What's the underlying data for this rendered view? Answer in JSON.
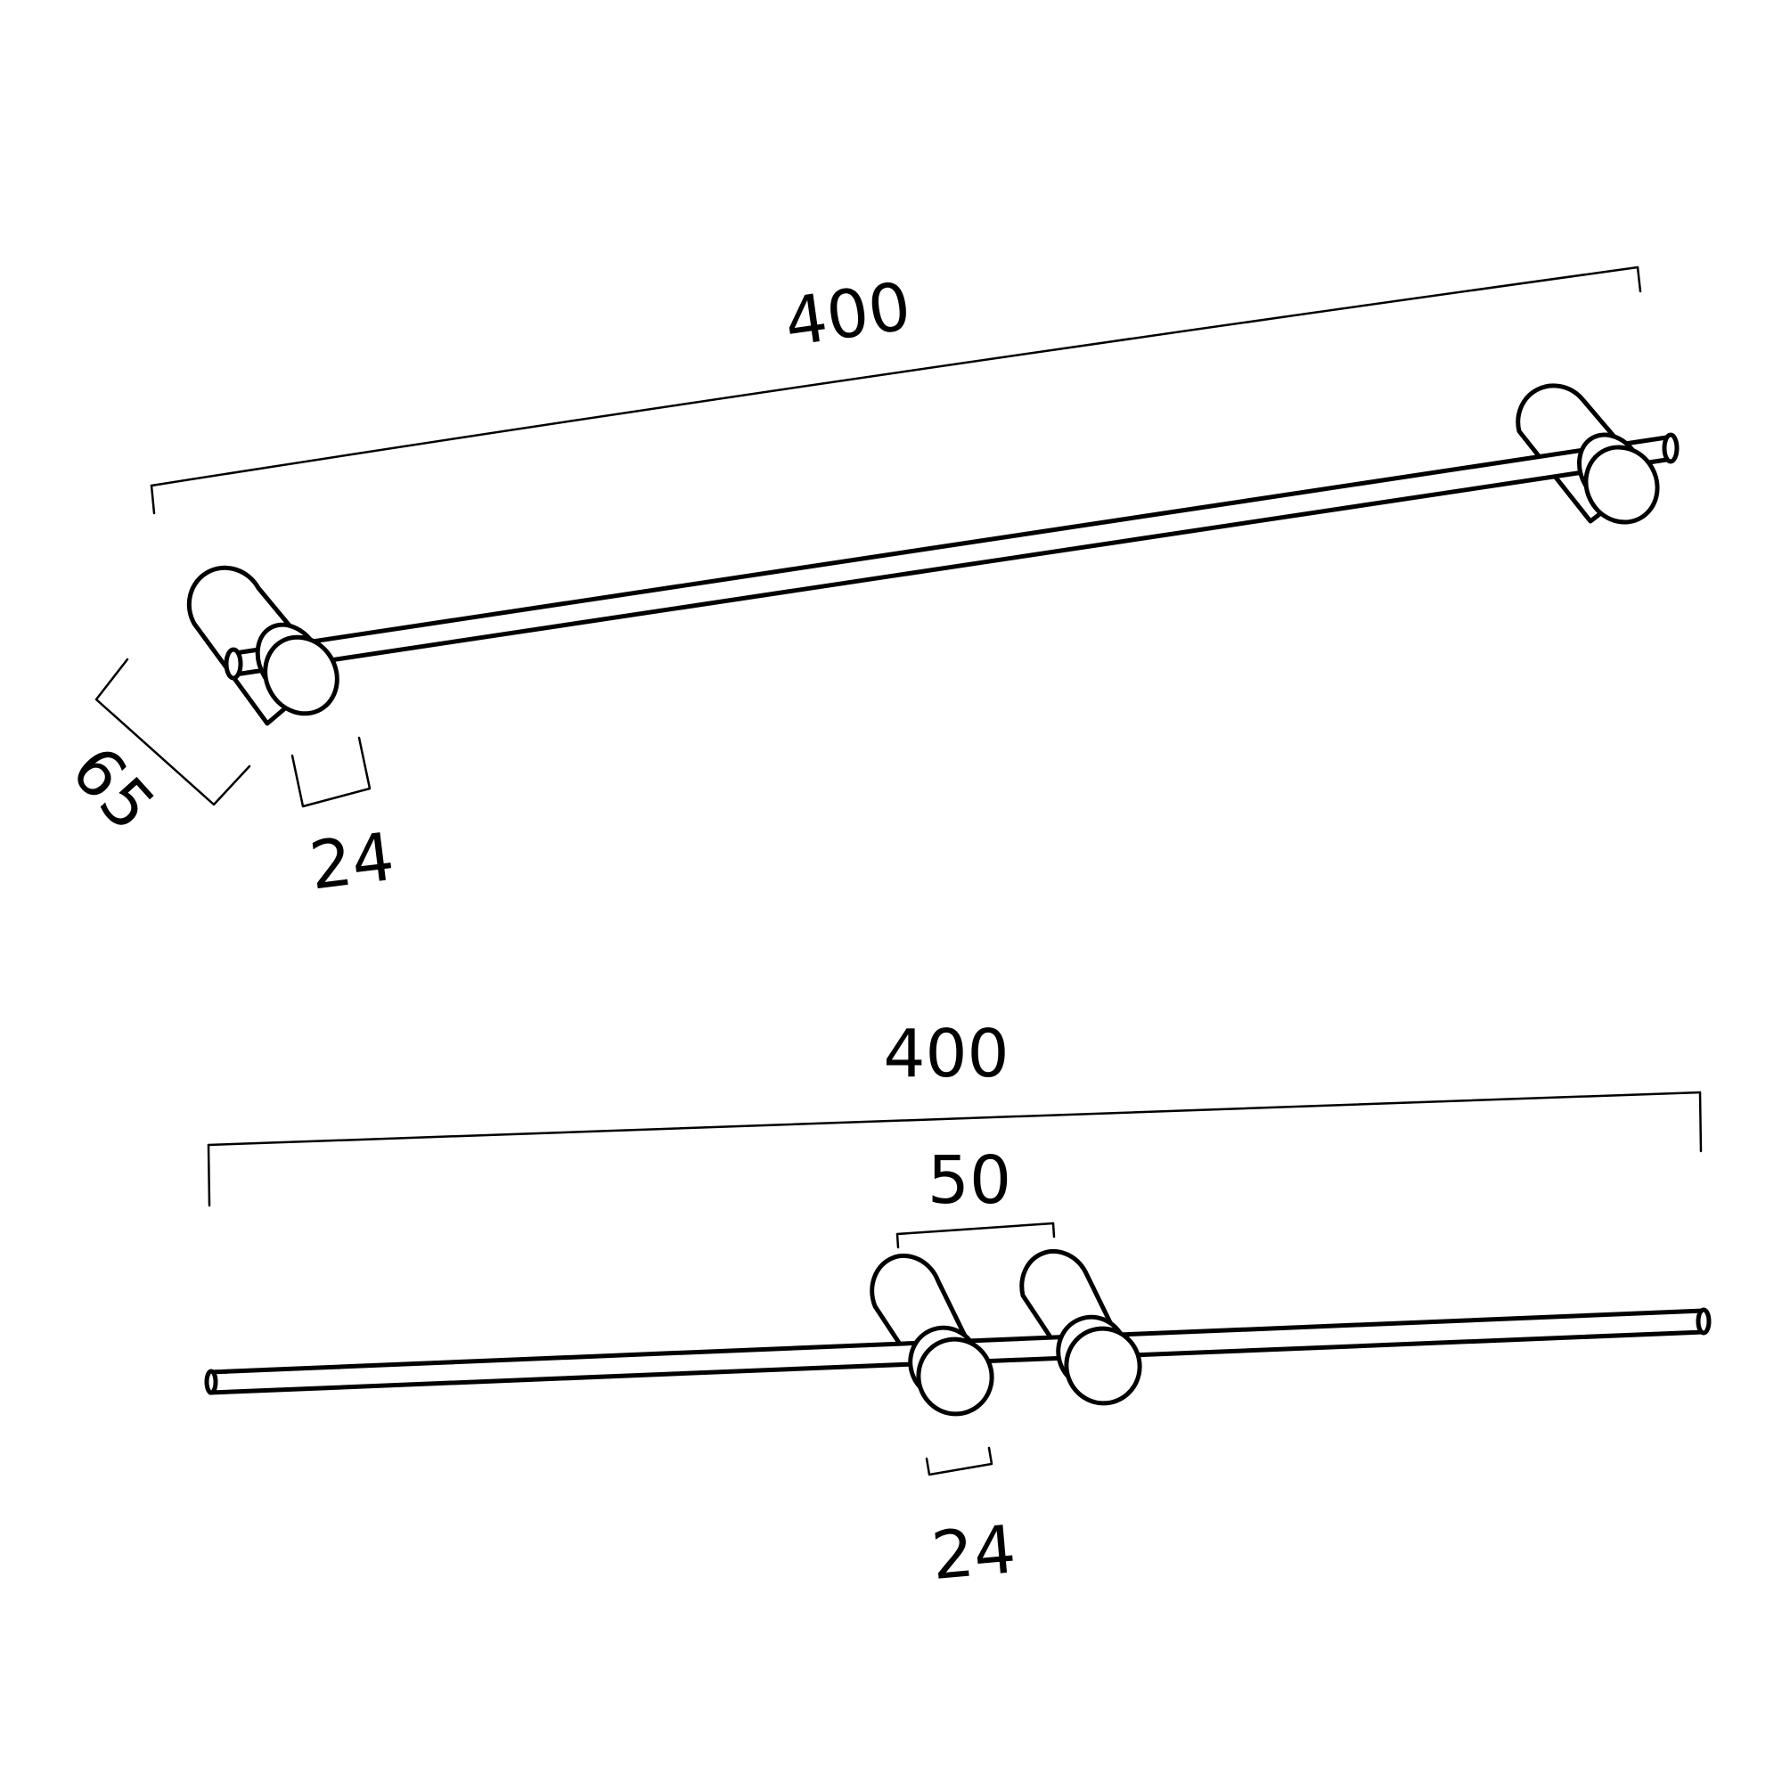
{
  "colors": {
    "line": "#000000",
    "background": "#ffffff"
  },
  "views": {
    "isometric": {
      "length_label": "400",
      "depth_label": "65",
      "bracket_diameter_label": "24"
    },
    "front": {
      "length_label": "400",
      "bracket_spacing_label": "50",
      "bracket_diameter_label": "24"
    }
  }
}
